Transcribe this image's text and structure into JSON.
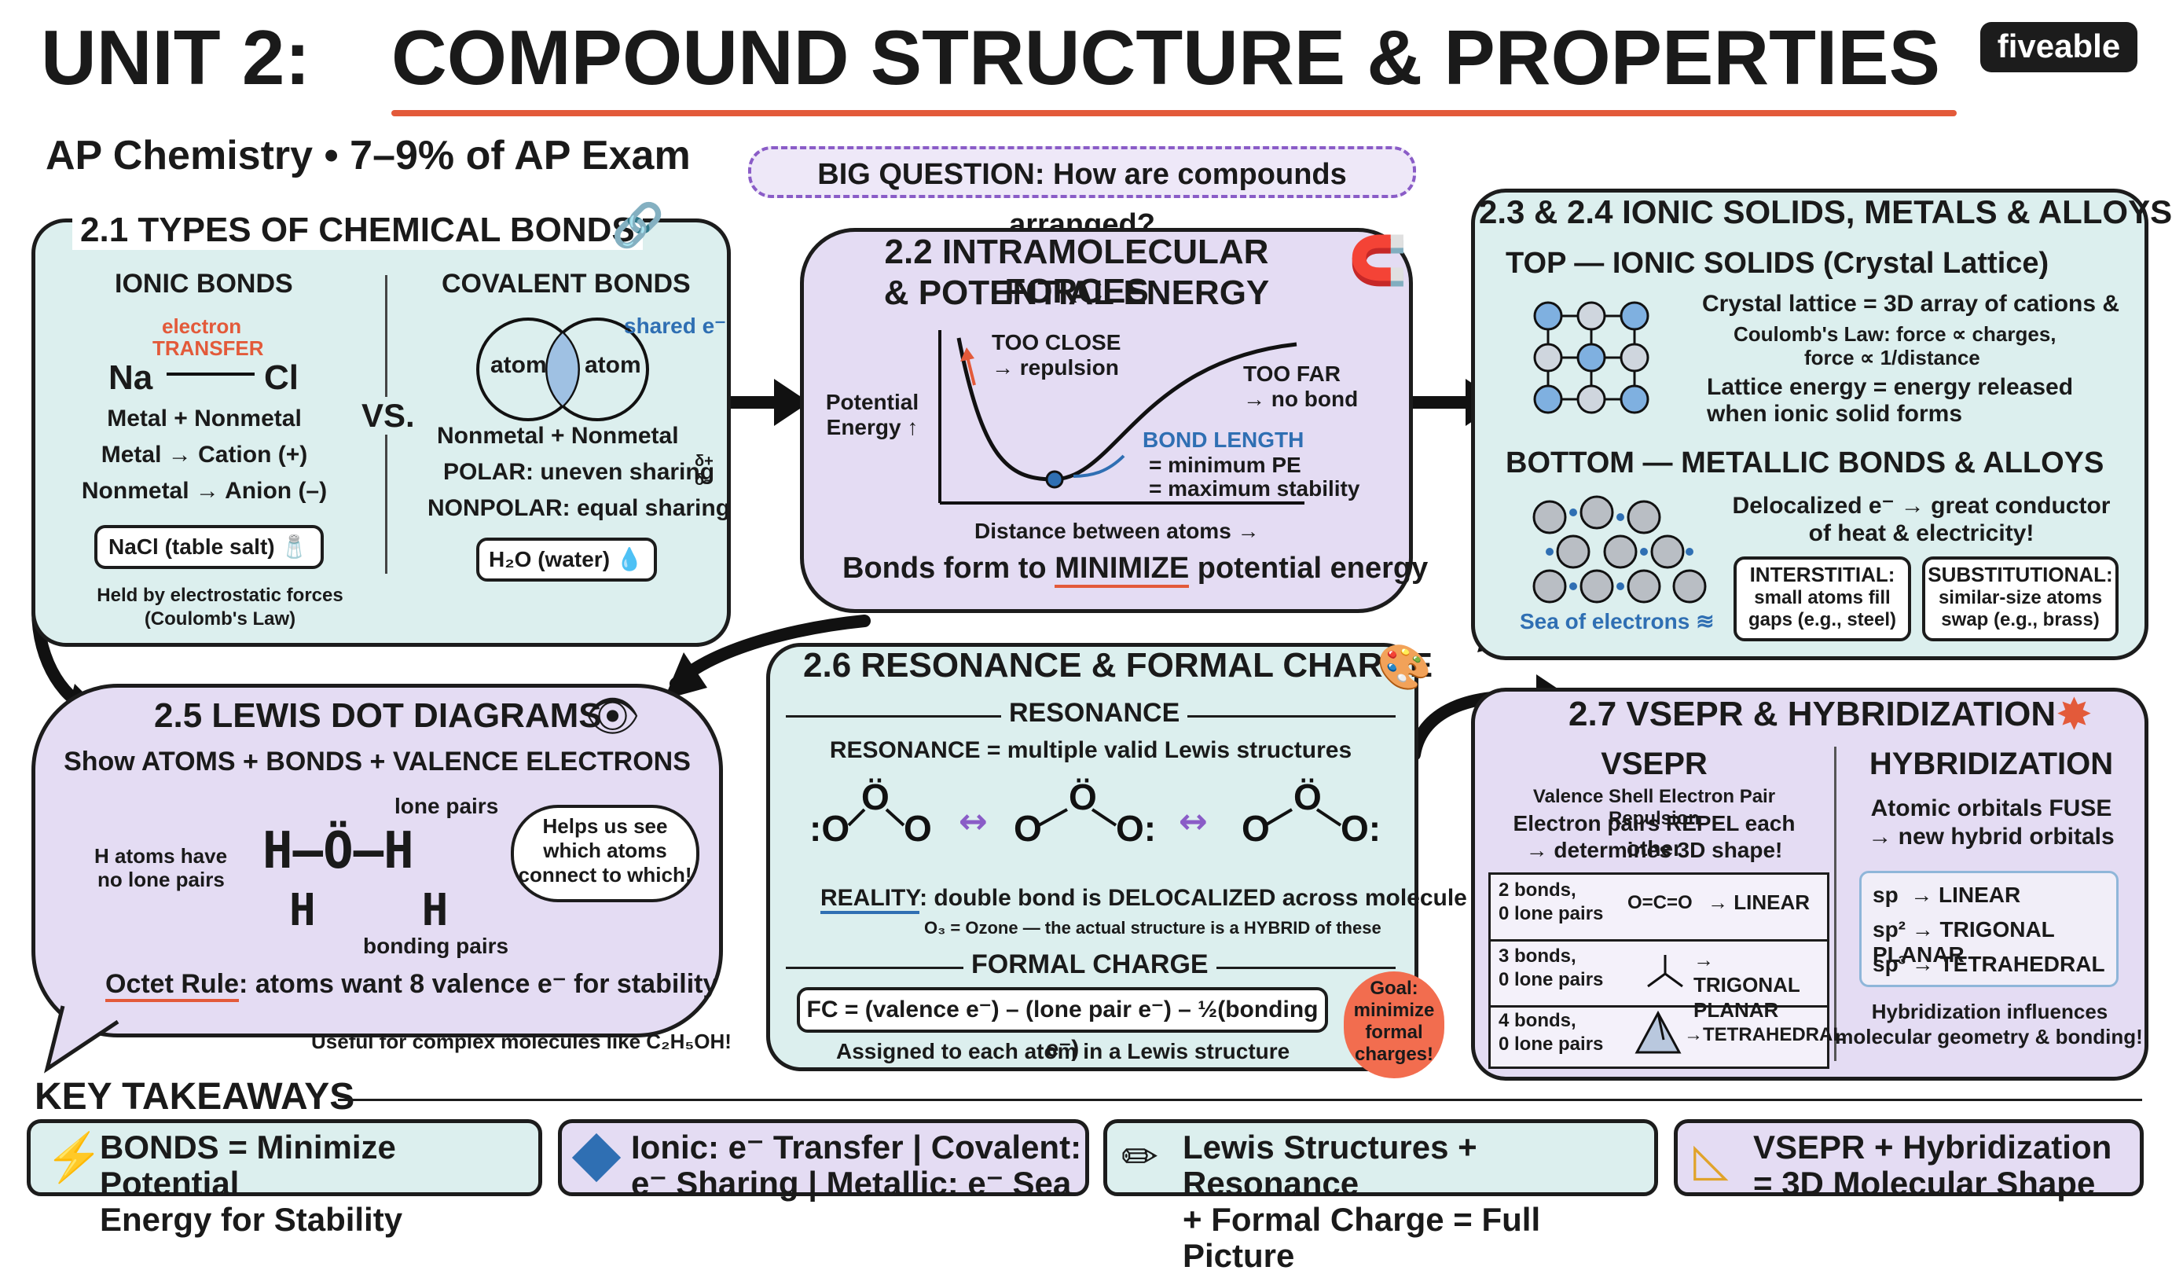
{
  "header": {
    "unit": "UNIT 2:",
    "title": "COMPOUND STRUCTURE & PROPERTIES",
    "subtitle": "AP Chemistry • 7–9% of AP Exam",
    "brand": "fiveable",
    "big_question": "BIG QUESTION: How are compounds arranged?"
  },
  "s21": {
    "title": "2.1 TYPES OF CHEMICAL BONDS",
    "ionic_head": "IONIC BONDS",
    "electron": "electron",
    "transfer": "TRANSFER",
    "na": "Na",
    "cl": "Cl",
    "l1": "Metal + Nonmetal",
    "l2": "Metal → Cation (+)",
    "l3": "Nonmetal → Anion (–)",
    "example": "NaCl (table salt)",
    "note1": "Held by electrostatic forces",
    "note2": "(Coulomb's Law)",
    "vs": "VS.",
    "cov_head": "COVALENT BONDS",
    "shared": "shared e⁻",
    "atom": "atom",
    "c1": "Nonmetal + Nonmetal",
    "c2": "POLAR: uneven sharing",
    "c3": "NONPOLAR: equal sharing",
    "dplus": "δ+",
    "dminus": "δ–",
    "water": "H₂O (water)"
  },
  "s22": {
    "title1": "2.2 INTRAMOLECULAR FORCES",
    "title2": "& POTENTIAL ENERGY",
    "ylabel1": "Potential",
    "ylabel2": "Energy ↑",
    "xlabel": "Distance between atoms →",
    "too_close1": "TOO CLOSE",
    "too_close2": "→ repulsion",
    "too_far1": "TOO FAR",
    "too_far2": "→ no bond",
    "bl1": "BOND LENGTH",
    "bl2": "= minimum PE",
    "bl3": "= maximum stability",
    "footer_a": "Bonds form to",
    "footer_b": "MINIMIZE",
    "footer_c": "potential energy"
  },
  "s23": {
    "title": "2.3 & 2.4 IONIC SOLIDS, METALS & ALLOYS",
    "top": "TOP — IONIC SOLIDS (Crystal Lattice)",
    "t1": "Crystal lattice = 3D array of cations &",
    "t2": "Coulomb's Law: force ∝ charges,",
    "t3": "force ∝ 1/distance",
    "t4": "Lattice energy = energy released",
    "t5": "when ionic solid forms",
    "bottom": "BOTTOM — METALLIC BONDS & ALLOYS",
    "m1": "Delocalized e⁻ → great conductor",
    "m2": "of heat & electricity!",
    "sea": "Sea of electrons ≋",
    "int_head": "INTERSTITIAL:",
    "int_1": "small atoms fill",
    "int_2": "gaps (e.g., steel)",
    "sub_head": "SUBSTITUTIONAL:",
    "sub_1": "similar-size atoms",
    "sub_2": "swap (e.g., brass)"
  },
  "s25": {
    "title": "2.5 LEWIS DOT DIAGRAMS",
    "sub": "Show ATOMS + BONDS + VALENCE ELECTRONS",
    "lone": "lone pairs",
    "h_note1": "H atoms have",
    "h_note2": "no lone pairs",
    "bonding": "bonding pairs",
    "bubble1": "Helps us see",
    "bubble2": "which atoms",
    "bubble3": "connect to which!",
    "octet_a": "Octet Rule",
    "octet_b": ": atoms want 8 valence e⁻ for stability",
    "useful": "Useful for complex molecules like C₂H₅OH!"
  },
  "s26": {
    "title": "2.6 RESONANCE & FORMAL CHARGE",
    "res_head": "RESONANCE",
    "res_def": "RESONANCE = multiple valid Lewis structures",
    "reality_a": "REALITY",
    "reality_b": ": double bond is DELOCALIZED across molecule",
    "ozone": "O₃ = Ozone — the actual structure is a HYBRID of these",
    "fc_head": "FORMAL CHARGE",
    "fc_formula": "FC = (valence e⁻) – (lone pair e⁻) – ½(bonding e⁻)",
    "fc_note": "Assigned to each atom in a Lewis structure",
    "goal1": "Goal:",
    "goal2": "minimize",
    "goal3": "formal",
    "goal4": "charges!"
  },
  "s27": {
    "title": "2.7 VSEPR & HYBRIDIZATION",
    "vsepr": "VSEPR",
    "vsepr_full": "Valence Shell Electron Pair Repulsion",
    "vsepr_1": "Electron pairs REPEL each other",
    "vsepr_2": "→ determines 3D shape!",
    "rows": [
      {
        "a": "2 bonds,",
        "b": "0 lone pairs",
        "mol": "O=C=O",
        "shape": "→ LINEAR"
      },
      {
        "a": "3 bonds,",
        "b": "0 lone pairs",
        "mol": "",
        "shape": "→ TRIGONAL PLANAR"
      },
      {
        "a": "4 bonds,",
        "b": "0 lone pairs",
        "mol": "",
        "shape": "→TETRAHEDRAL"
      }
    ],
    "hyb": "HYBRIDIZATION",
    "hyb_1": "Atomic orbitals FUSE",
    "hyb_2": "→ new hybrid orbitals",
    "sp": "sp  → LINEAR",
    "sp2": "sp² → TRIGONAL PLANAR",
    "sp3": "sp³ → TETRAHEDRAL",
    "hyb_n1": "Hybridization influences",
    "hyb_n2": "molecular geometry & bonding!"
  },
  "takeaways": {
    "head": "KEY TAKEAWAYS",
    "items": [
      {
        "l1": "BONDS = Minimize Potential",
        "l2": "Energy for Stability"
      },
      {
        "l1": "Ionic: e⁻ Transfer | Covalent:",
        "l2": "e⁻ Sharing | Metallic: e⁻ Sea"
      },
      {
        "l1": "Lewis Structures + Resonance",
        "l2": "+ Formal Charge = Full Picture"
      },
      {
        "l1": "VSEPR + Hybridization",
        "l2": "= 3D Molecular Shape"
      }
    ]
  },
  "colors": {
    "mint": "#dcefee",
    "lavender": "#e4dcf3",
    "accent_red": "#e35a3a",
    "accent_blue": "#2f6fb3",
    "purple": "#8a5cc7"
  }
}
